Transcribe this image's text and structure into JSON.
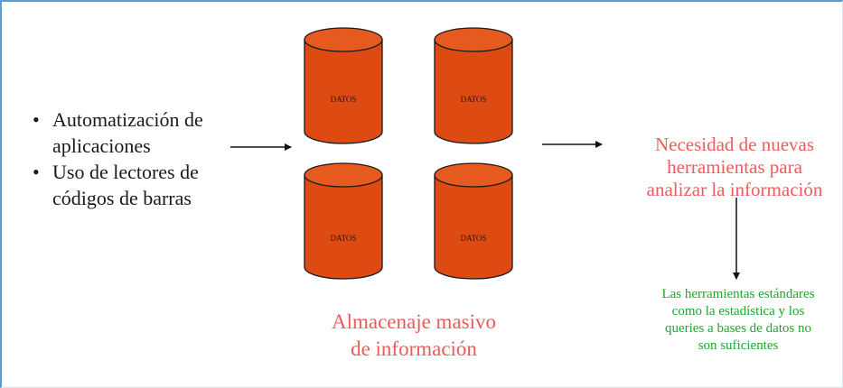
{
  "inputs": {
    "items": [
      "Automatización de aplicaciones",
      "Uso de lectores de códigos de barras"
    ]
  },
  "storage": {
    "cylinder_label": "DATOS",
    "caption_line1": "Almacenaje masivo",
    "caption_line2": "de información"
  },
  "need": {
    "line1": "Necesidad de nuevas",
    "line2": "herramientas para",
    "line3": "analizar la información"
  },
  "conclusion": {
    "line1": "Las herramientas estándares",
    "line2": "como la estadística y los",
    "line3": "queries a bases de datos no",
    "line4": "son suficientes"
  },
  "colors": {
    "cylinder_fill": "#de4b12",
    "cylinder_top": "#e65a1f",
    "cylinder_outline": "#1a1a1a",
    "frame_border": "#5b9bd5",
    "need_text": "#f25b5b",
    "caption_text": "#ec5a5a",
    "conclusion_text": "#1ea82a"
  }
}
